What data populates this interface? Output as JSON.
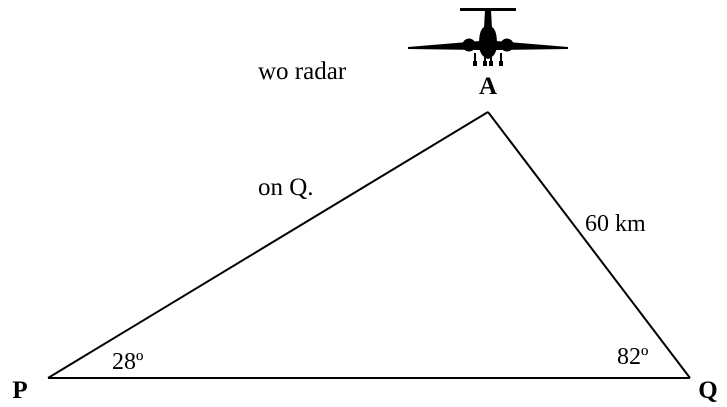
{
  "text_fragments": [
    "wo radar",
    "on Q."
  ],
  "vertices": {
    "a": "A",
    "p": "P",
    "q": "Q"
  },
  "side_label": "60 km",
  "angle_p": "28º",
  "angle_q": "82º",
  "icon": "airplane-icon"
}
